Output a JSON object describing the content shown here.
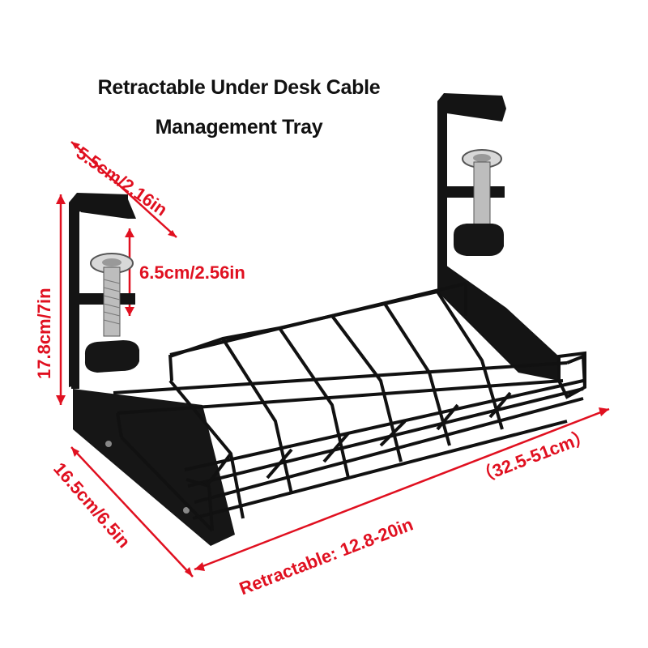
{
  "title": {
    "line1": "Retractable Under Desk Cable",
    "line2": "Management Tray"
  },
  "dimensions": {
    "clamp_width": "5.5cm/2.16in",
    "clamp_opening": "6.5cm/2.56in",
    "height": "17.8cm/7in",
    "depth": "16.5cm/6.5in",
    "length": "Retractable: 12.8-20in",
    "length_metric": "（32.5-51cm）"
  },
  "colors": {
    "dimension_text": "#e01020",
    "product": "#111111"
  }
}
